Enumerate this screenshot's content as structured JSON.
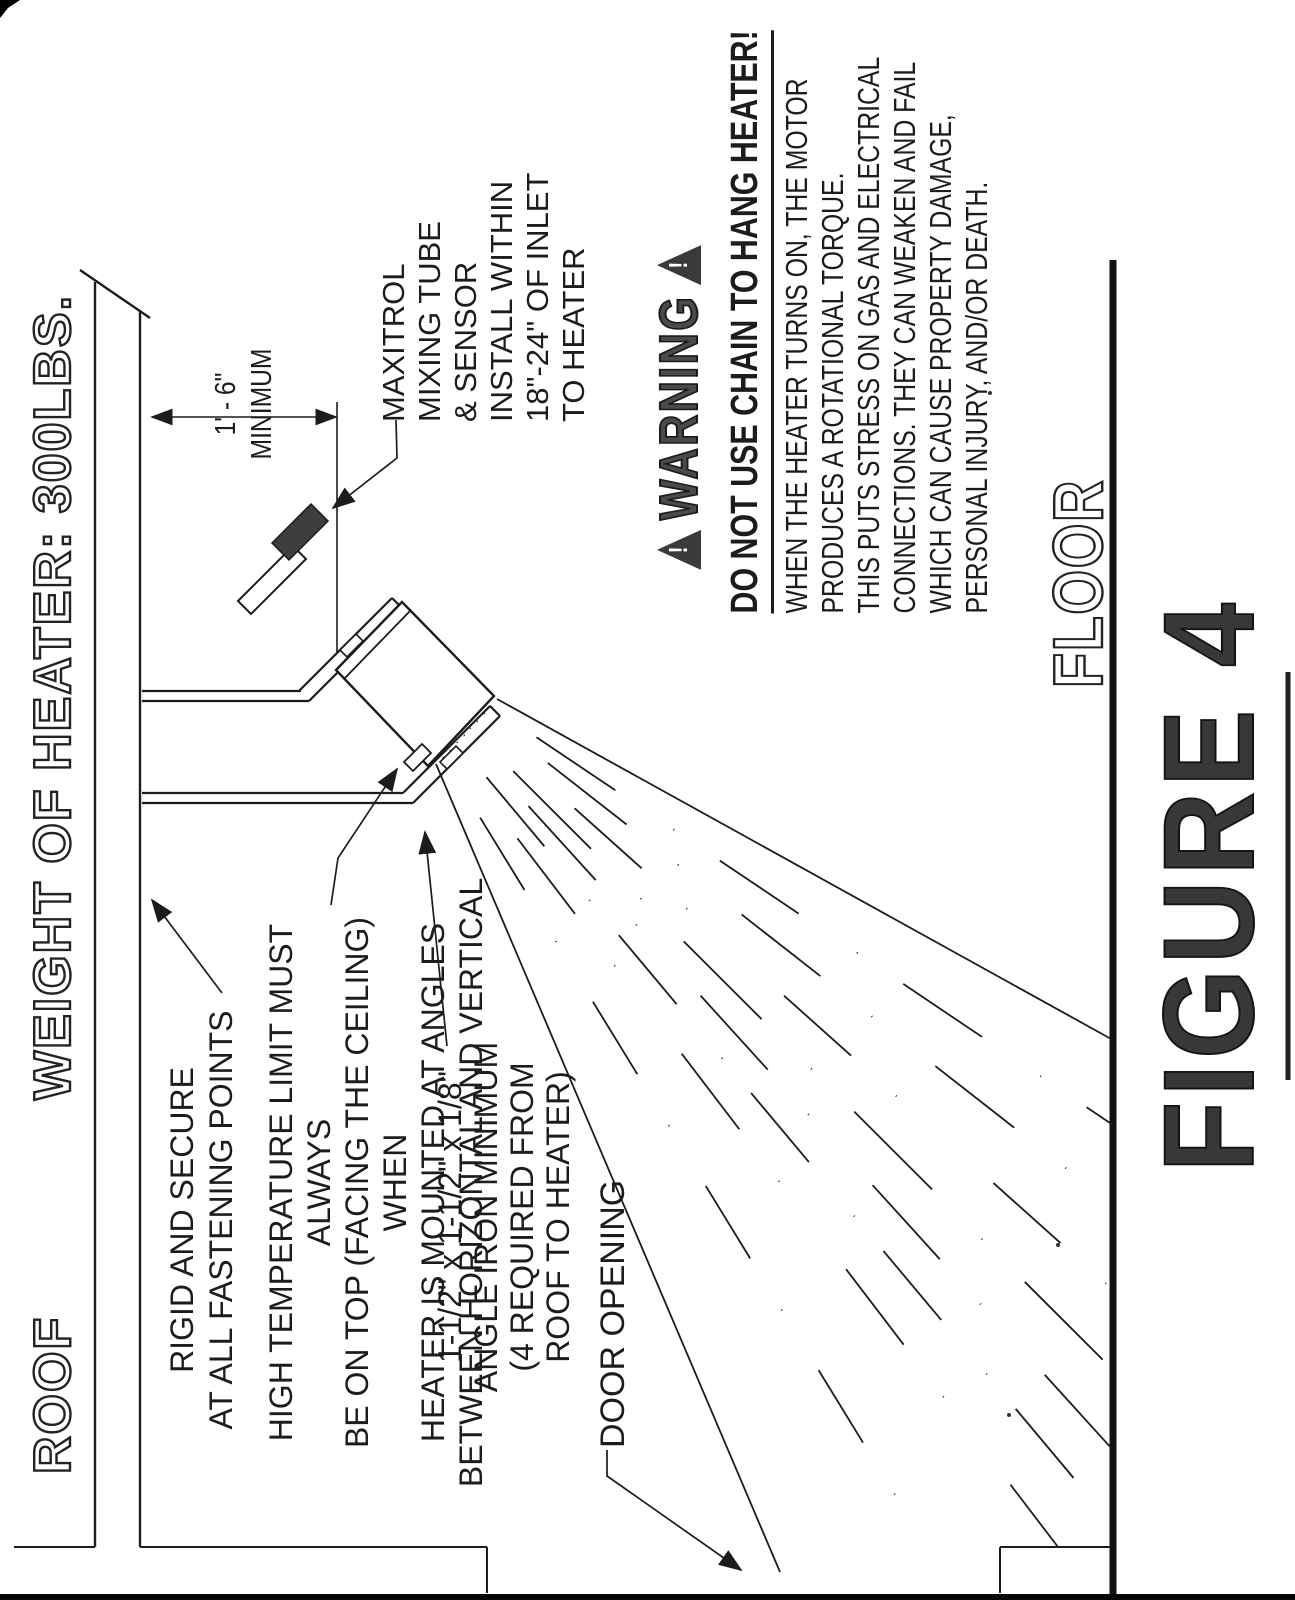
{
  "figure": {
    "title": "FIGURE 4"
  },
  "labels": {
    "roof": "ROOF",
    "weight": "WEIGHT OF HEATER: 300LBS.",
    "floor": "FLOOR",
    "door": "DOOR OPENING",
    "dimension": {
      "line1": "1' - 6\"",
      "line2": "MINIMUM"
    },
    "rigid": [
      "RIGID AND SECURE",
      "AT ALL FASTENING POINTS"
    ],
    "high_temp": [
      "HIGH TEMPERATURE LIMIT MUST ALWAYS",
      "BE ON TOP (FACING THE CEILING) WHEN",
      "HEATER IS MOUNTED AT ANGLES",
      "BETWEEN HORIZONTAL AND VERTICAL"
    ],
    "angle_iron": [
      "1-1/2\" x 1-1/2\" x 1/8\"",
      "ANGLE IRON MINIMUM",
      "(4 REQUIRED FROM",
      "ROOF TO HEATER)"
    ],
    "maxitrol": [
      "MAXITROL",
      "MIXING TUBE",
      "& SENSOR",
      "INSTALL WITHIN",
      "18\"-24\" OF INLET",
      "TO HEATER"
    ]
  },
  "warning": {
    "heading": "WARNING",
    "exclamation": "!",
    "headline": "DO NOT USE CHAIN TO HANG HEATER!",
    "body": [
      "WHEN THE HEATER TURNS ON, THE MOTOR",
      "PRODUCES A ROTATIONAL TORQUE.",
      "THIS PUTS STRESS ON GAS AND ELECTRICAL",
      "CONNECTIONS.  THEY CAN WEAKEN AND FAIL",
      "WHICH CAN CAUSE PROPERTY DAMAGE,",
      "PERSONAL INJURY, AND/OR DEATH."
    ]
  },
  "colors": {
    "ink": "#1c1c1c",
    "paper": "#ffffff"
  }
}
